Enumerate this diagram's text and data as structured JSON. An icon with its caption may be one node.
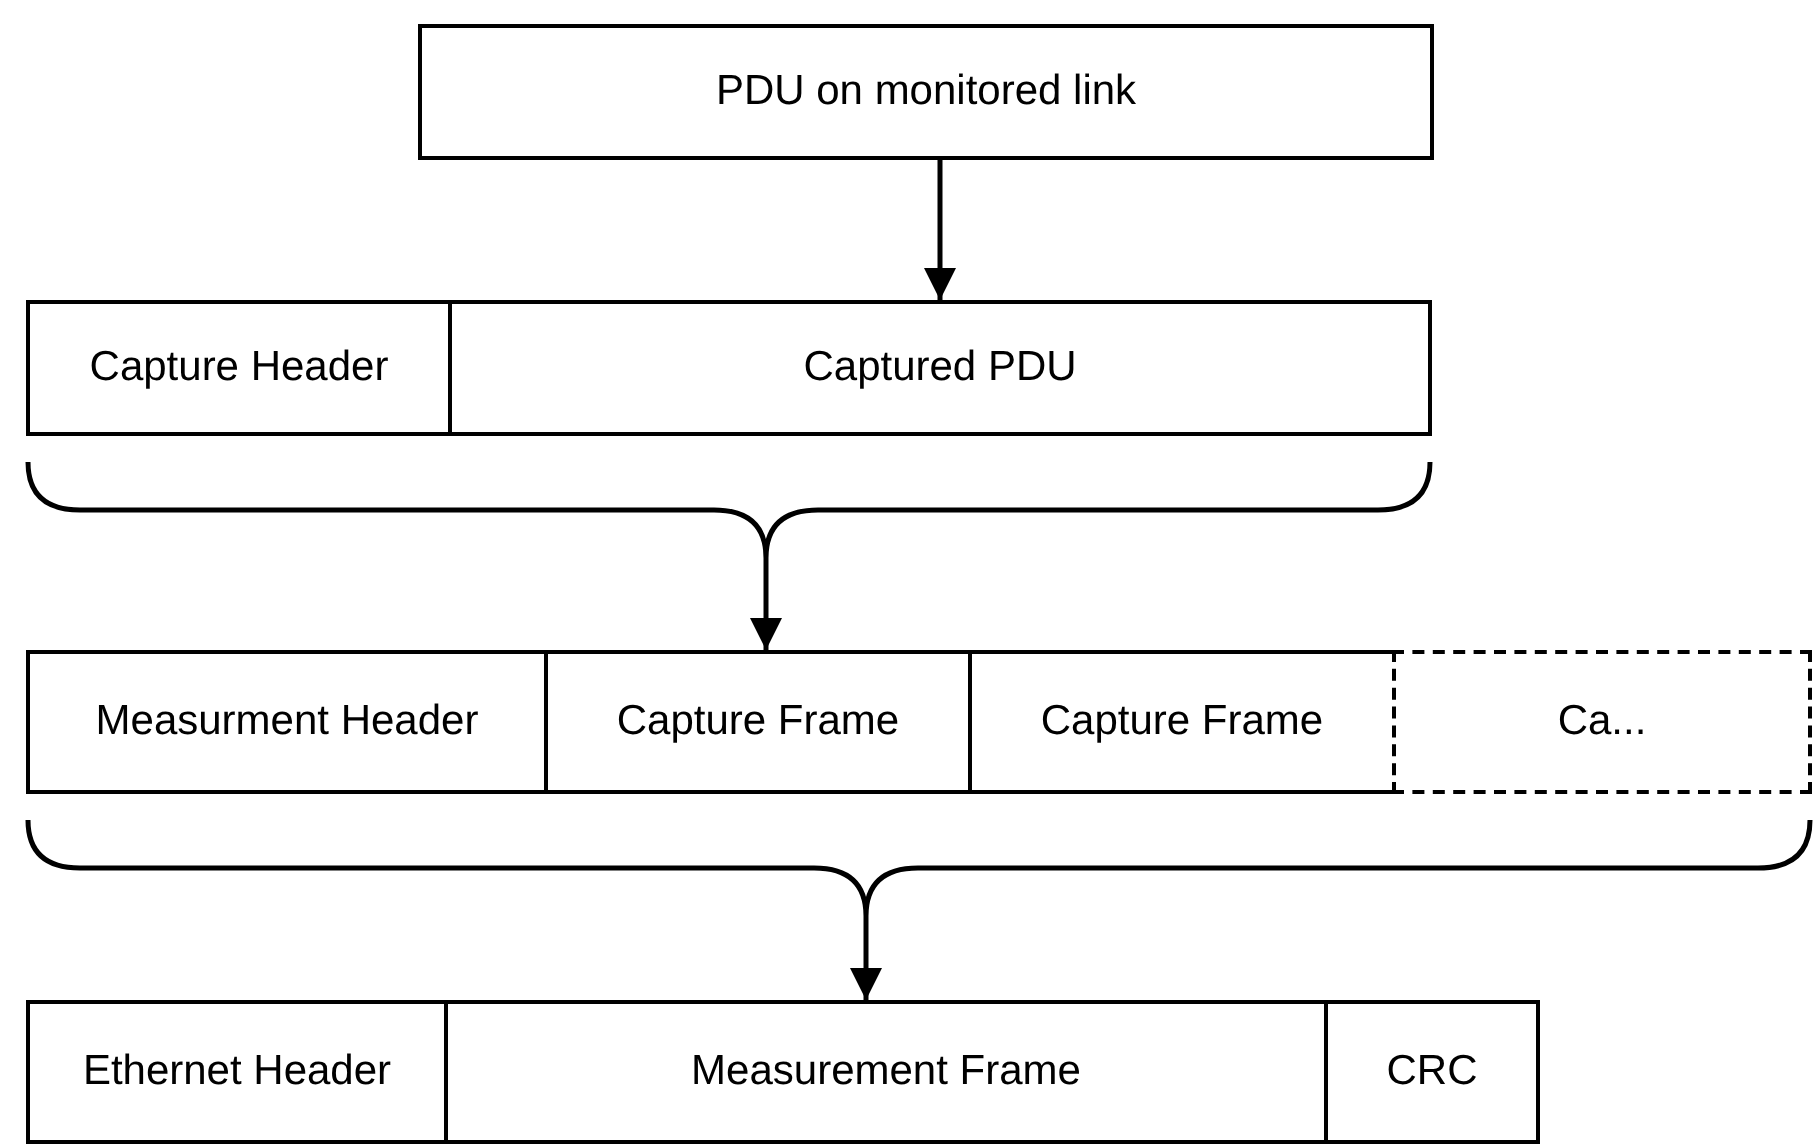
{
  "diagram": {
    "nodes": [
      {
        "text": [
          "PDU on monitored link"
        ]
      },
      {
        "text": [
          "Capture Header"
        ]
      },
      {
        "text": [
          "Captured PDU"
        ]
      },
      {
        "text": [],
        "shape": "brace"
      },
      {
        "text": [
          "Measurment Header"
        ]
      },
      {
        "text": [
          "Capture Frame"
        ]
      },
      {
        "text": [
          "Capture Frame"
        ]
      },
      {
        "text": [
          "Ca..."
        ]
      },
      {
        "text": [],
        "shape": "brace"
      },
      {
        "text": [
          "Ethernet Header"
        ]
      },
      {
        "text": [
          "Measurement Frame"
        ]
      },
      {
        "text": [
          "CRC"
        ]
      }
    ],
    "edges": [
      {
        "from": 0,
        "to": 2,
        "arrow": "to"
      },
      {
        "from": 3,
        "to": 5,
        "arrow": "to"
      },
      {
        "from": 8,
        "to": 10,
        "arrow": "to"
      }
    ]
  }
}
